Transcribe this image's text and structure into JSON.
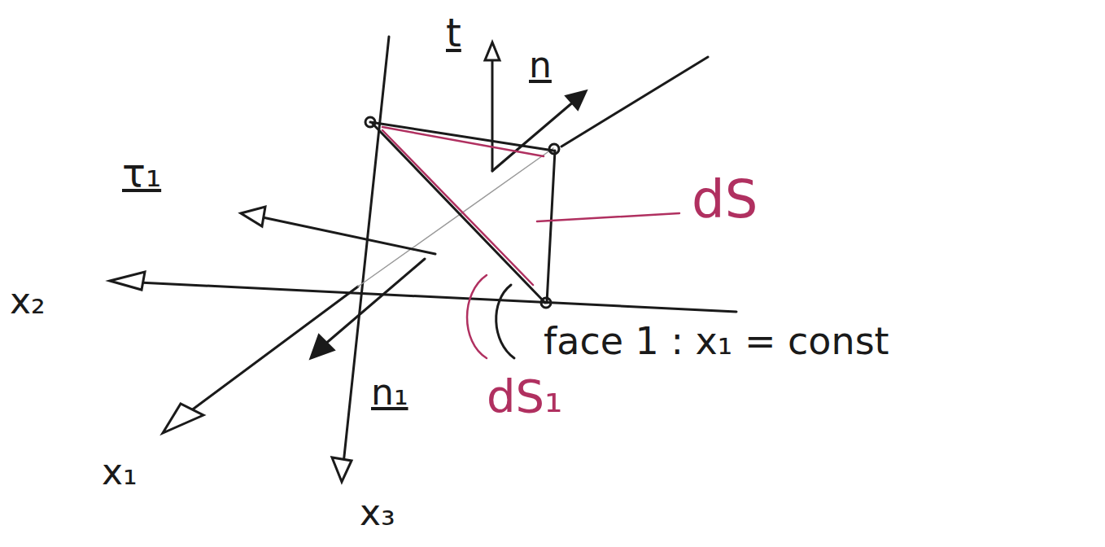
{
  "diagram": {
    "labels": [
      "t",
      "n",
      "dS",
      "τ₁",
      "x₂",
      "face 1 : x₁ = const",
      "n₁",
      "dS₁",
      "x₁",
      "x₃"
    ]
  }
}
